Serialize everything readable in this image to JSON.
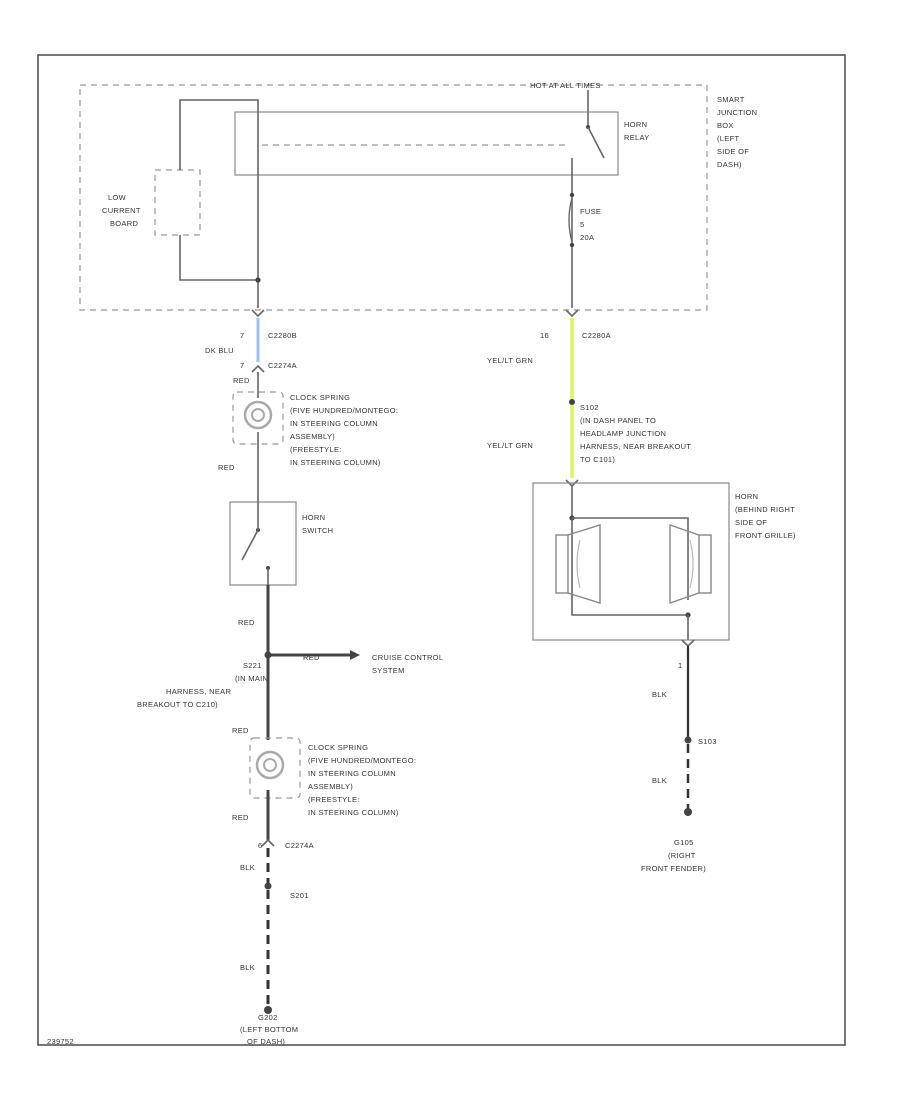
{
  "colors": {
    "blue_wire": "#9cc4f0",
    "yelgrn_wire": "#dcf55a",
    "line": "#666666",
    "frame": "#555555"
  },
  "sjb": {
    "hot_at_all_times": "HOT AT ALL TIMES",
    "label": [
      "SMART",
      "JUNCTION",
      "BOX",
      "(LEFT",
      "SIDE OF",
      "DASH)"
    ],
    "low_current_board": [
      "LOW",
      "CURRENT",
      "BOARD"
    ],
    "horn_relay": [
      "HORN",
      "RELAY"
    ],
    "fuse": [
      "FUSE",
      "5",
      "20A"
    ]
  },
  "left_path": {
    "pin_c2280b": "7",
    "conn_c2280b": "C2280B",
    "wire_dkblu": "DK BLU",
    "pin_c2274a": "7",
    "conn_c2274a": "C2274A",
    "wire_red_1": "RED",
    "clockspring_1": [
      "CLOCK SPRING",
      "(FIVE HUNDRED/MONTEGO:",
      "IN STEERING COLUMN",
      "ASSEMBLY)",
      "(FREESTYLE:",
      "IN STEERING COLUMN)"
    ],
    "wire_red_2": "RED",
    "horn_switch": [
      "HORN",
      "SWITCH"
    ],
    "wire_red_3": "RED",
    "splice_s221": [
      "S221",
      "(IN MAIN",
      "HARNESS, NEAR",
      "BREAKOUT TO C210)"
    ],
    "wire_red_branch": "RED",
    "cruise_control": [
      "CRUISE CONTROL",
      "SYSTEM"
    ],
    "wire_red_4": "RED",
    "clockspring_2": [
      "CLOCK SPRING",
      "(FIVE HUNDRED/MONTEGO:",
      "IN STEERING COLUMN",
      "ASSEMBLY)",
      "(FREESTYLE:",
      "IN STEERING COLUMN)"
    ],
    "wire_red_5": "RED",
    "pin_c2274a_2": "6",
    "conn_c2274a_2": "C2274A",
    "wire_blk_1": "BLK",
    "splice_s201": "S201",
    "wire_blk_2": "BLK",
    "ground_g202": [
      "G202",
      "(LEFT BOTTOM",
      "OF DASH)"
    ]
  },
  "right_path": {
    "pin_c2280a": "16",
    "conn_c2280a": "C2280A",
    "wire_yelgrn_1": "YEL/LT GRN",
    "splice_s102": [
      "S102",
      "(IN DASH PANEL TO",
      "HEADLAMP JUNCTION",
      "HARNESS, NEAR BREAKOUT",
      "TO C101)"
    ],
    "wire_yelgrn_2": "YEL/LT GRN",
    "horn": [
      "HORN",
      "(BEHIND RIGHT",
      "SIDE OF",
      "FRONT GRILLE)"
    ],
    "pin_horn": "1",
    "wire_blk_1": "BLK",
    "splice_s103": "S103",
    "wire_blk_2": "BLK",
    "ground_g105": [
      "G105",
      "(RIGHT",
      "FRONT FENDER)"
    ]
  },
  "footer": {
    "code": "239752"
  }
}
